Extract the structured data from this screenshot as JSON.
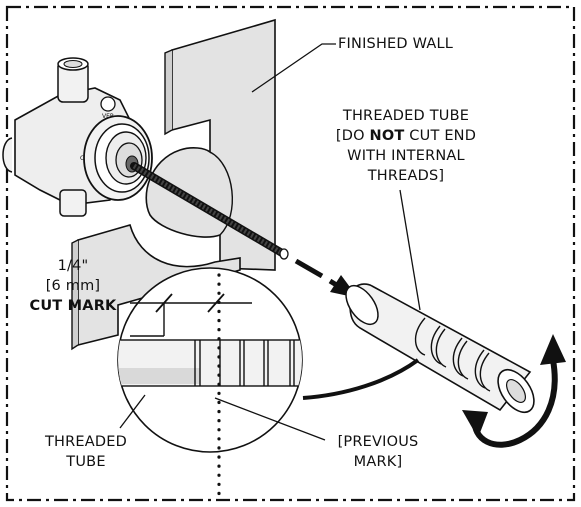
{
  "labels": {
    "finished_wall": "FINISHED WALL",
    "threaded_tube_note": {
      "line1": "THREADED TUBE",
      "line2_pre": "[DO ",
      "line2_bold": "NOT",
      "line2_post": " CUT END",
      "line3": "WITH INTERNAL",
      "line4": "THREADS]"
    },
    "cut_mark": {
      "line1": "1/4\"",
      "line2": "[6 mm]",
      "line3": "CUT MARK"
    },
    "threaded_tube": {
      "line1": "THREADED",
      "line2": "TUBE"
    },
    "previous_mark": {
      "line1": "[PREVIOUS",
      "line2": "MARK]"
    }
  },
  "colors": {
    "wall_fill": "#e3e3e3",
    "outline": "#111111",
    "tube_fill": "#f2f2f2",
    "valve_fill": "#eeeeee"
  }
}
